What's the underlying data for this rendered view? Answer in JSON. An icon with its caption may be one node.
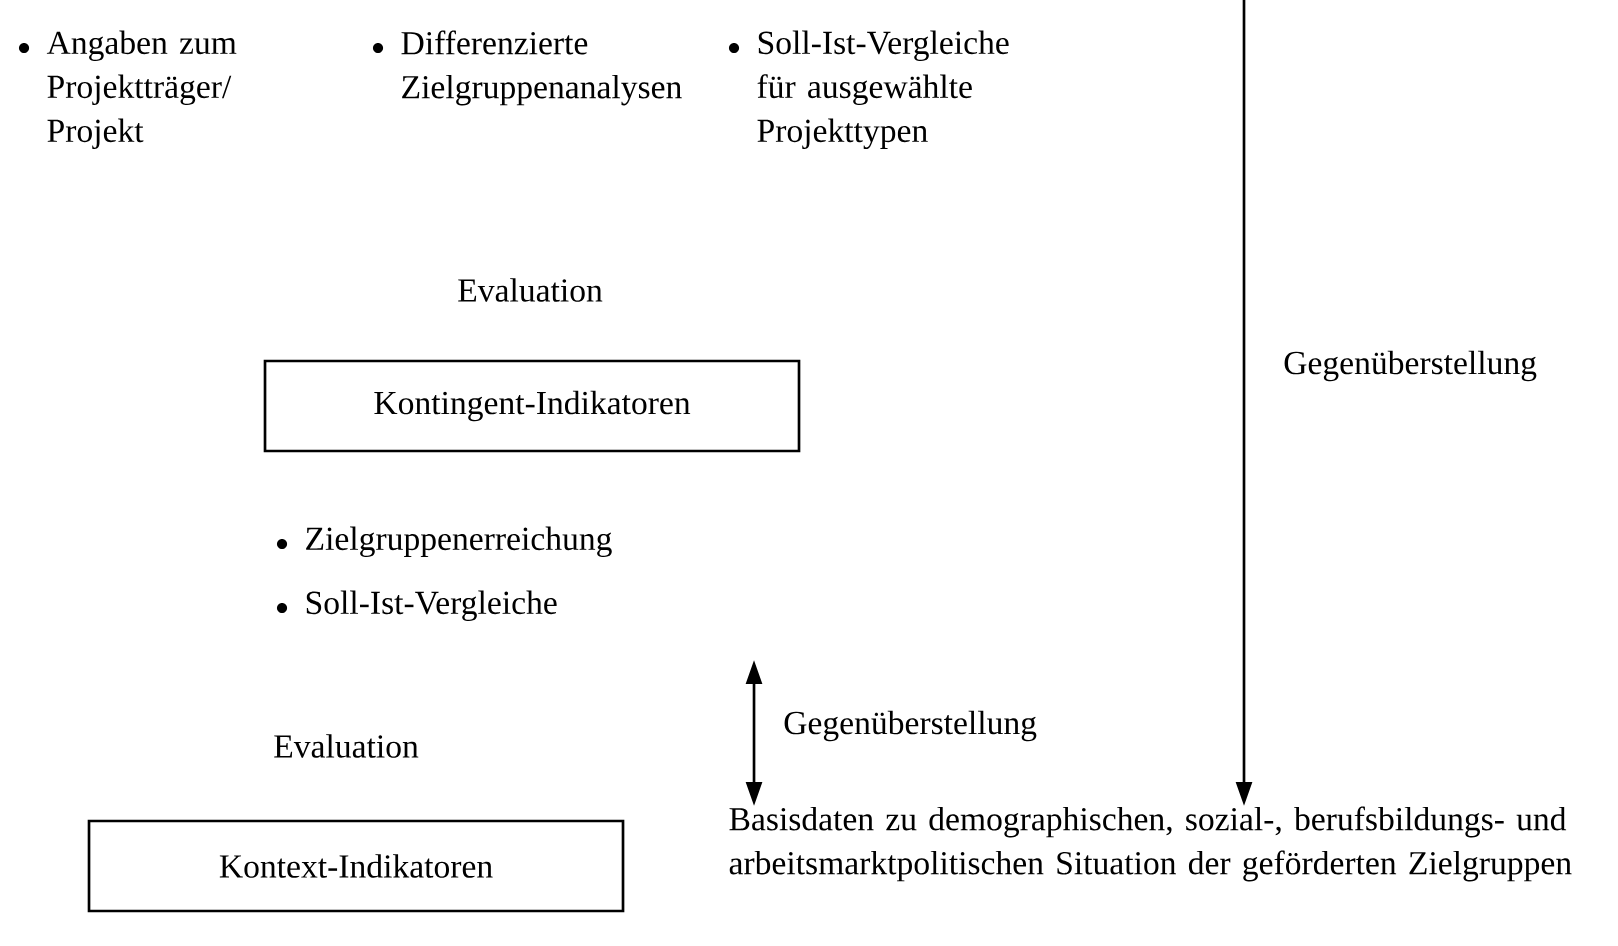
{
  "diagram": {
    "nodes": [
      {
        "text": [
          "Kontingent-Indikatoren"
        ]
      },
      {
        "text": [
          "Kontext-Indikatoren"
        ]
      },
      {
        "text": [
          "Basisdaten zu demographischen, sozial-, berufsbildungs- und arbeitsmarktpolitischen Situation der geförderten Zielgruppen"
        ]
      }
    ],
    "edges": [
      {
        "from": null,
        "to": 2,
        "arrow": "to",
        "label": "Gegenüberstellung"
      },
      {
        "from": null,
        "to": 2,
        "arrow": "both",
        "label": "Gegenüberstellung"
      }
    ],
    "labels": [
      "Angaben zum Projektträger/ Projekt",
      "Differenzierte Zielgruppenanalysen",
      "Soll-Ist-Vergleiche für ausgewählte Projekttypen",
      "Evaluation",
      "Zielgruppenerreichung",
      "Soll-Ist-Vergleiche",
      "Evaluation"
    ]
  }
}
